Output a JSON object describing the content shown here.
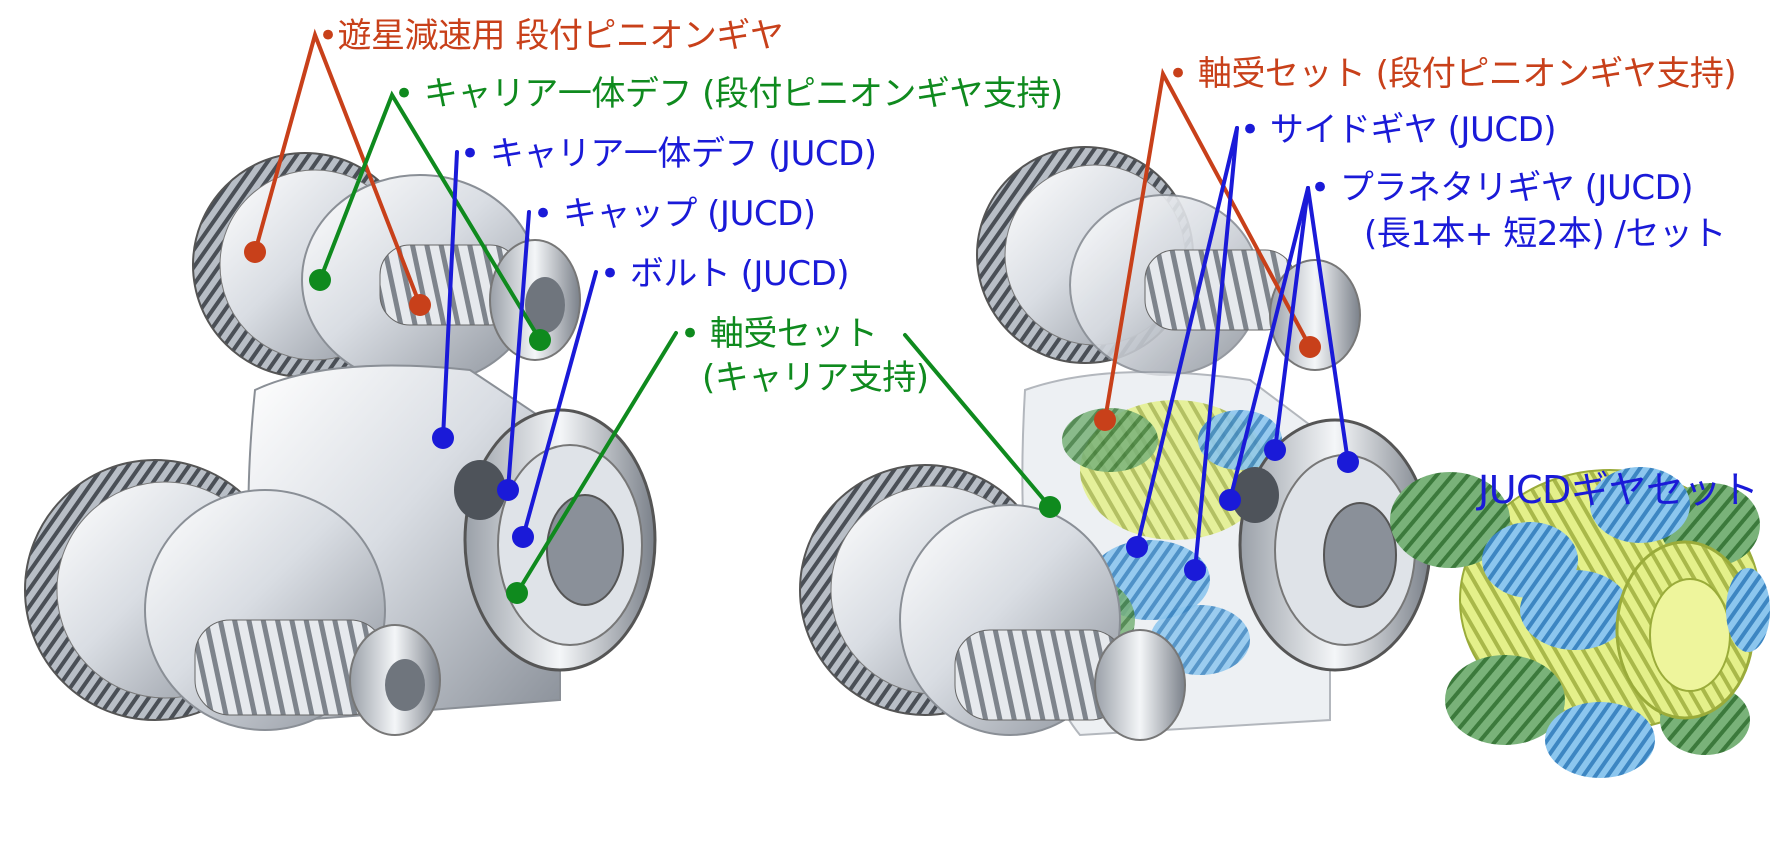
{
  "colors": {
    "red": "#c8401a",
    "green": "#0f8a1e",
    "blue": "#1a1ad8",
    "metal_light": "#eef0f3",
    "metal_dark": "#6b7078",
    "gear_green": "#5a9a5a",
    "gear_yellow": "#d6e86a",
    "gear_blue": "#5aa8e0"
  },
  "left_labels": {
    "planetary_pinion": "•遊星減速用 段付ピニオンギヤ",
    "carrier_diff_pinion": "• キャリア一体デフ (段付ピニオンギヤ支持)",
    "carrier_diff_jucd": "• キャリア一体デフ (JUCD)",
    "cap_jucd": "• キャップ (JUCD)",
    "bolt_jucd": "• ボルト (JUCD)",
    "bearing_carrier_line1": "• 軸受セット",
    "bearing_carrier_line2": "(キャリア支持)"
  },
  "right_labels": {
    "bearing_pinion": "• 軸受セット (段付ピニオンギヤ支持)",
    "side_gear": "• サイドギヤ (JUCD)",
    "planetary_line1": "• プラネタリギヤ (JUCD)",
    "planetary_line2": "(長1本+ 短2本) /セット"
  },
  "gearset_title": "JUCDギヤセット",
  "icons": {
    "left_assembly": "gear-assembly-illustration",
    "right_assembly": "gear-assembly-transparent-illustration",
    "gearset": "jucd-gearset-illustration"
  }
}
